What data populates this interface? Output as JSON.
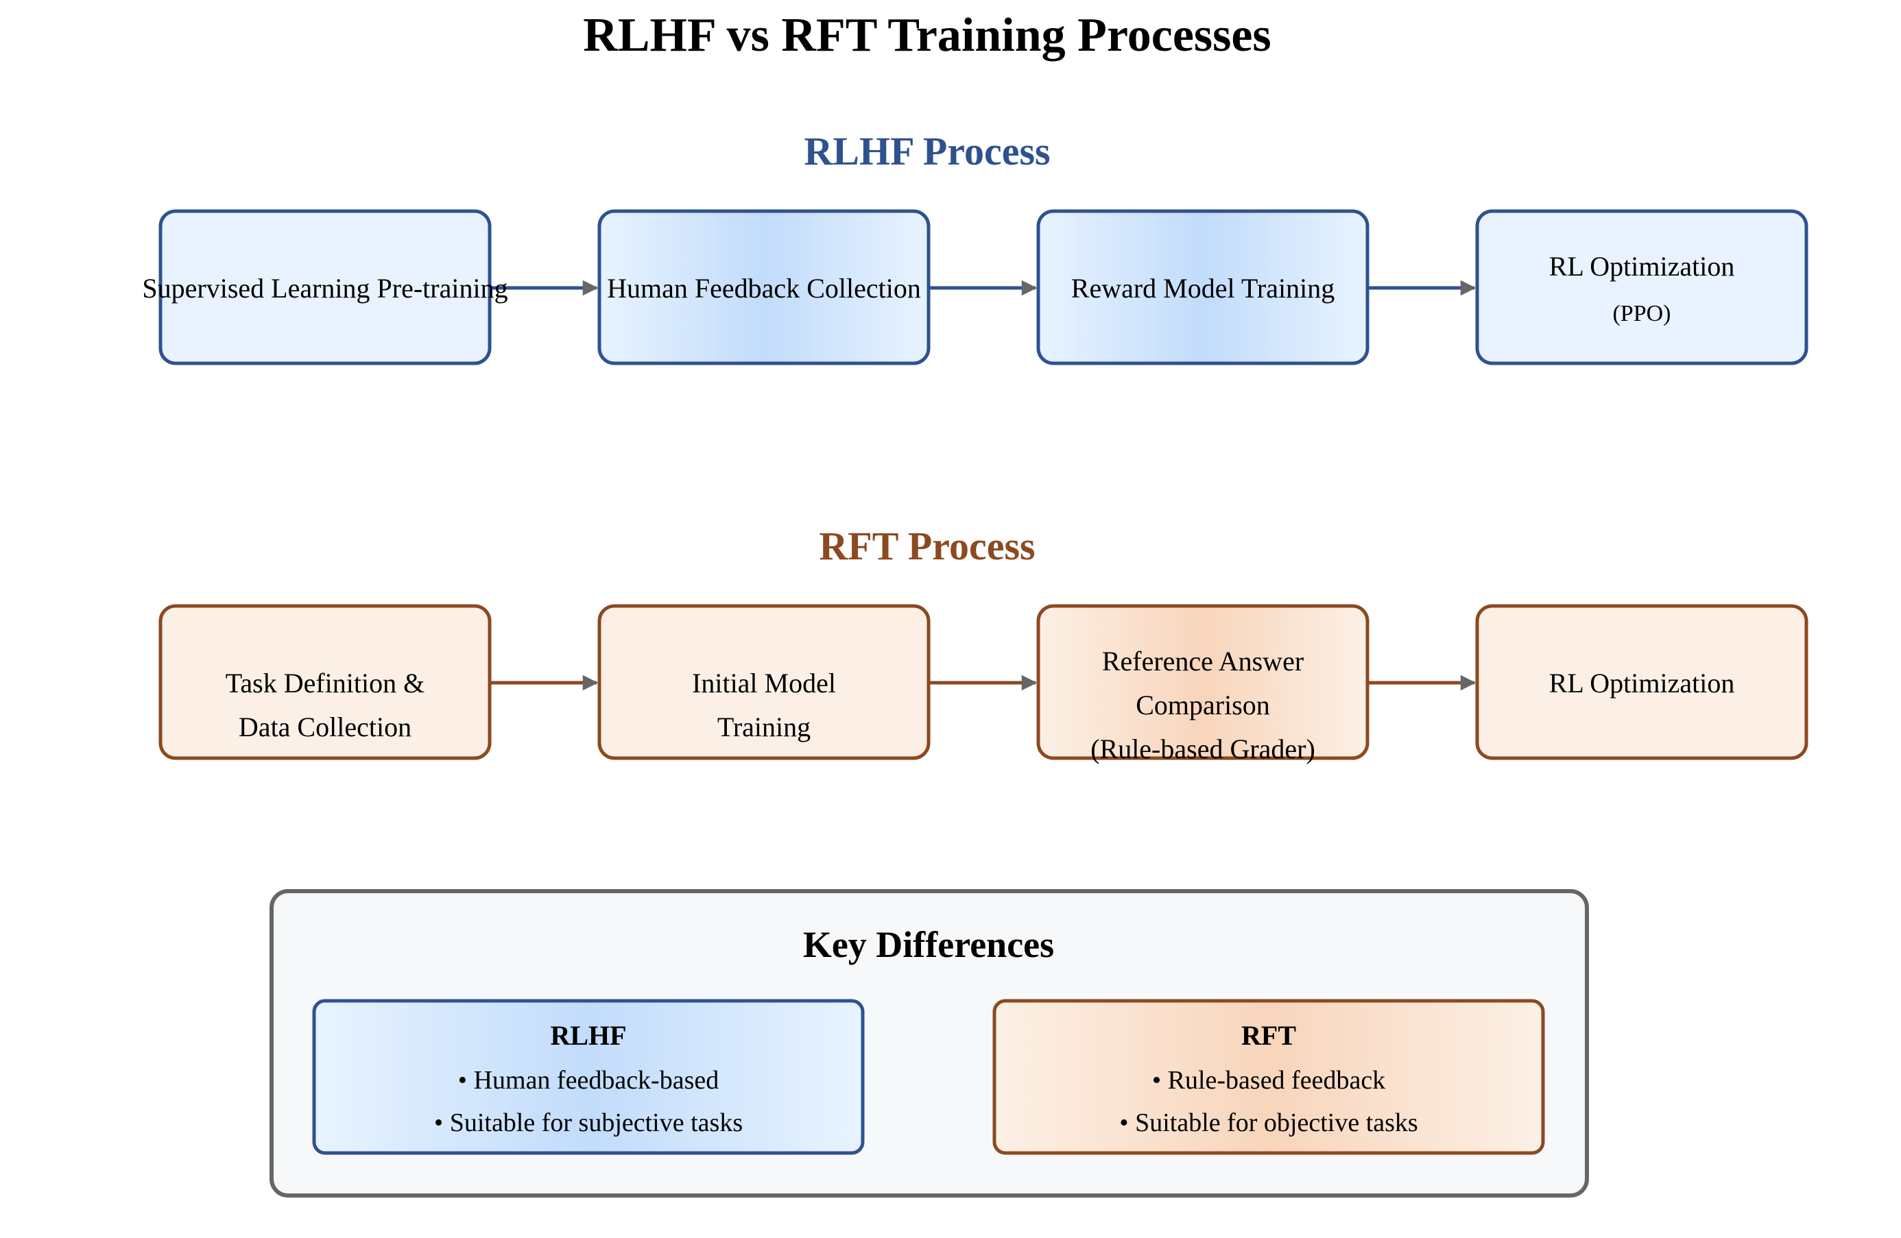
{
  "title": "RLHF vs RFT Training Processes",
  "colors": {
    "rlhf_stroke": "#2f528f",
    "rlhf_fill": "#e8f3ff",
    "rlhf_fill_mid": "#c2dcfb",
    "rft_stroke": "#8b4a20",
    "rft_fill": "#fcf0e6",
    "rft_fill_mid": "#f8d5bb",
    "arrow_head": "#666666",
    "summary_stroke": "#666666",
    "summary_fill": "#f7f8fa",
    "text": "#000000"
  },
  "rlhf": {
    "heading": "RLHF Process",
    "steps": [
      {
        "lines": [
          "Supervised Learning Pre-training"
        ],
        "sub": ""
      },
      {
        "lines": [
          "Human Feedback Collection"
        ],
        "sub": ""
      },
      {
        "lines": [
          "Reward Model Training"
        ],
        "sub": ""
      },
      {
        "lines": [
          "RL Optimization"
        ],
        "sub": "(PPO)"
      }
    ]
  },
  "rft": {
    "heading": "RFT Process",
    "steps": [
      {
        "lines": [
          "Task Definition &",
          "Data Collection"
        ]
      },
      {
        "lines": [
          "Initial Model",
          "Training"
        ]
      },
      {
        "lines": [
          "Reference Answer",
          "Comparison",
          "(Rule-based Grader)"
        ]
      },
      {
        "lines": [
          "RL Optimization"
        ]
      }
    ]
  },
  "summary": {
    "heading": "Key Differences",
    "rlhf": {
      "title": "RLHF",
      "points": [
        "• Human feedback-based",
        "• Suitable for subjective tasks"
      ]
    },
    "rft": {
      "title": "RFT",
      "points": [
        "• Rule-based feedback",
        "• Suitable for objective tasks"
      ]
    }
  }
}
